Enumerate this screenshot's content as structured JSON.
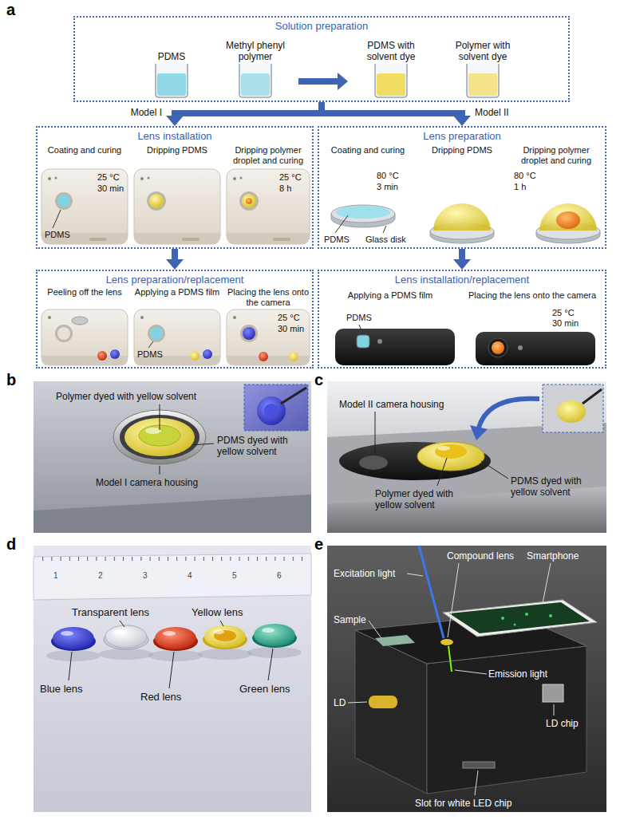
{
  "diagram": {
    "nodes": [
      {
        "text": [
          "Solution preparation"
        ]
      },
      {
        "text": [
          "PDMS"
        ],
        "in": 0
      },
      {
        "text": [
          "Methyl phenyl polymer"
        ],
        "in": 0
      },
      {
        "text": [
          "PDMS with solvent dye"
        ],
        "in": 0
      },
      {
        "text": [
          "Polymer with solvent dye"
        ],
        "in": 0
      },
      {
        "text": [
          "Lens installation"
        ]
      },
      {
        "text": [
          "Coating and curing",
          "25 °C",
          "30 min",
          "PDMS"
        ],
        "in": 5
      },
      {
        "text": [
          "Dripping PDMS"
        ],
        "in": 5
      },
      {
        "text": [
          "Dripping polymer droplet and curing",
          "25 °C",
          "8 h"
        ],
        "in": 5
      },
      {
        "text": [
          "Lens preparation"
        ]
      },
      {
        "text": [
          "Coating and curing",
          "80 °C",
          "3 min",
          "PDMS",
          "Glass disk"
        ],
        "in": 9
      },
      {
        "text": [
          "Dripping PDMS"
        ],
        "in": 9
      },
      {
        "text": [
          "Dripping polymer droplet and curing",
          "80 °C",
          "1 h"
        ],
        "in": 9
      },
      {
        "text": [
          "Lens preparation/replacement"
        ]
      },
      {
        "text": [
          "Peeling off the lens"
        ],
        "in": 13
      },
      {
        "text": [
          "Applying a PDMS film",
          "PDMS"
        ],
        "in": 13
      },
      {
        "text": [
          "Placing the lens onto the camera",
          "25 °C",
          "30 min"
        ],
        "in": 13
      },
      {
        "text": [
          "Lens installation/replacement"
        ]
      },
      {
        "text": [
          "Applying a PDMS film",
          "PDMS"
        ],
        "in": 17
      },
      {
        "text": [
          "Placing the lens onto the camera",
          "25 °C",
          "30 min"
        ],
        "in": 17
      }
    ],
    "edges": [
      {
        "from": 2,
        "to": 3,
        "arrow": "to"
      },
      {
        "from": 0,
        "to": 5,
        "label": "Model I",
        "arrow": "to"
      },
      {
        "from": 0,
        "to": 9,
        "label": "Model II",
        "arrow": "to"
      },
      {
        "from": 5,
        "to": 13,
        "arrow": "to"
      },
      {
        "from": 9,
        "to": 17,
        "arrow": "to"
      }
    ],
    "labels": [
      "a",
      "b",
      "Polymer dyed with yellow solvent",
      "PDMS dyed with yellow solvent",
      "Model I camera housing",
      "c",
      "Model II camera housing",
      "Polymer dyed with yellow solvent",
      "PDMS dyed with yellow solvent",
      "d",
      "1",
      "2",
      "3",
      "4",
      "5",
      "6",
      "Transparent lens",
      "Yellow lens",
      "Blue lens",
      "Red lens",
      "Green lens",
      "e",
      "Compound lens",
      "Smartphone",
      "Excitation light",
      "Sample",
      "Emission light",
      "LD",
      "LD chip",
      "Slot for white LED chip"
    ]
  }
}
